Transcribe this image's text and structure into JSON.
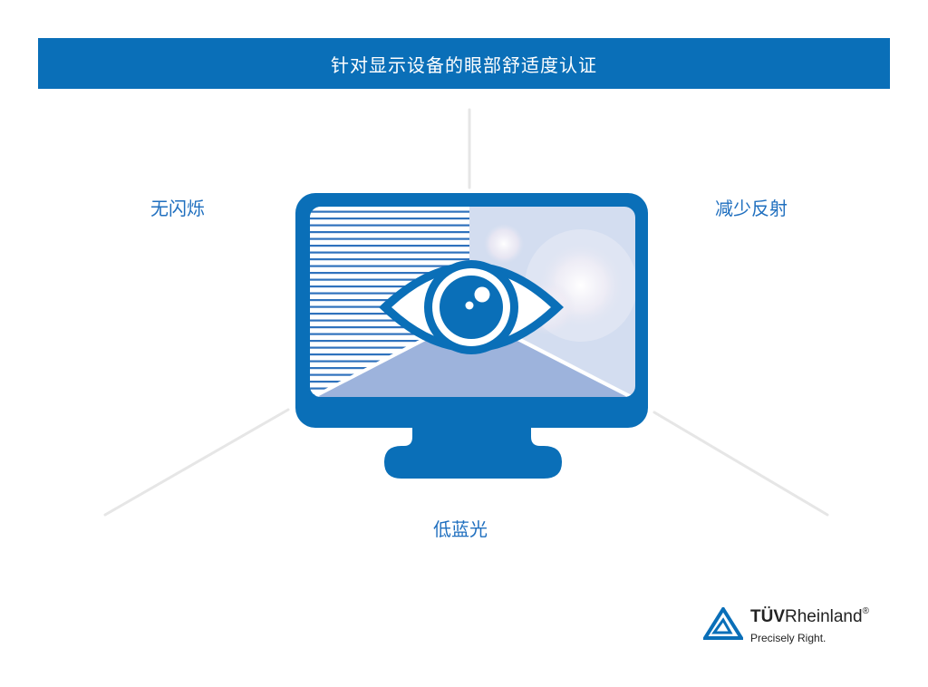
{
  "banner": {
    "title": "针对显示设备的眼部舒适度认证"
  },
  "features": {
    "left": "无闪烁",
    "right": "减少反射",
    "bottom": "低蓝光"
  },
  "illustration": {
    "center_icon": "monitor-with-eye-icon",
    "connector_lines": 3
  },
  "logo": {
    "brand_bold": "TÜV",
    "brand_regular": "Rheinland",
    "registered": "®",
    "tagline": "Precisely Right.",
    "icon": "tuv-triangle-icon"
  },
  "colors": {
    "brand_blue": "#0a6fb8",
    "label_blue": "#1f6fbf",
    "screen_light": "#d3ddf0",
    "screen_mid": "#9db3dc",
    "connector_gray": "#e6e6e6"
  }
}
